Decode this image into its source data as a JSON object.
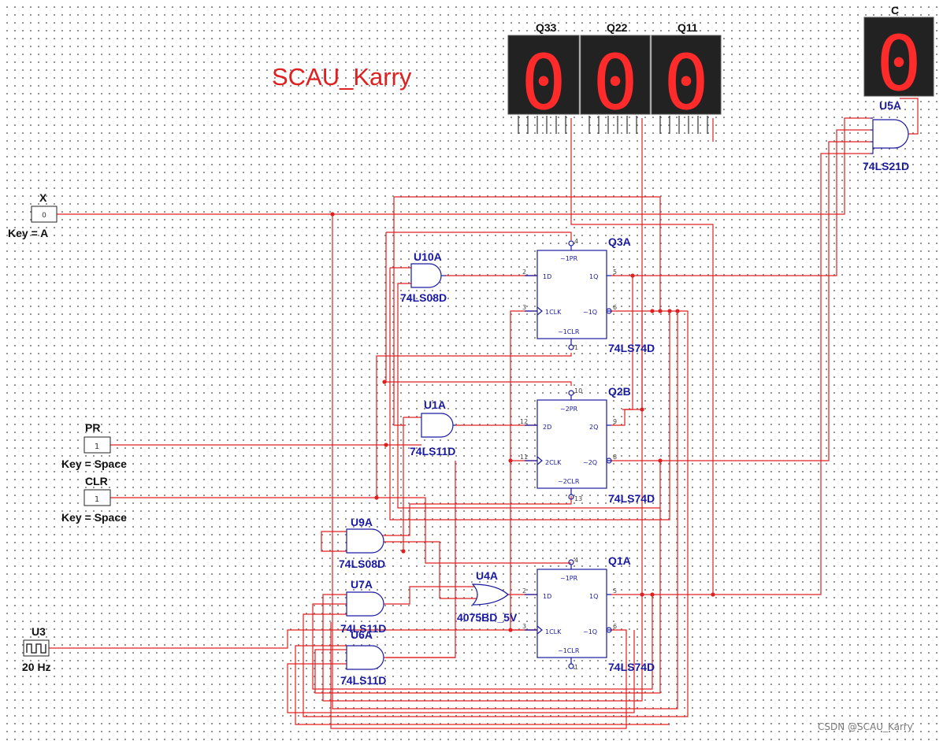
{
  "watermark": "SCAU_Karry",
  "footer": "CSDN @SCAU_Karry",
  "displays": {
    "q33": {
      "label": "Q33",
      "digit": "0"
    },
    "q22": {
      "label": "Q22",
      "digit": "0"
    },
    "q11": {
      "label": "Q11",
      "digit": "0"
    },
    "c": {
      "label": "C",
      "digit": "0"
    }
  },
  "inputs": {
    "x": {
      "name": "X",
      "state": "0",
      "key": "Key = A"
    },
    "pr": {
      "name": "PR",
      "state": "1",
      "key": "Key = Space"
    },
    "clr": {
      "name": "CLR",
      "state": "1",
      "key": "Key = Space"
    },
    "clock": {
      "name": "U3",
      "freq": "20 Hz"
    }
  },
  "flipflops": {
    "q3a": {
      "ref": "Q3A",
      "part": "74LS74D",
      "pins": {
        "pr": "~1PR",
        "d": "1D",
        "q": "1Q",
        "clk": "1CLK",
        "qn": "~1Q",
        "clr": "~1CLR"
      },
      "nums": {
        "pr": "4",
        "d": "2",
        "clk": "3",
        "q": "5",
        "qn": "6",
        "clr": "1"
      }
    },
    "q2b": {
      "ref": "Q2B",
      "part": "74LS74D",
      "pins": {
        "pr": "~2PR",
        "d": "2D",
        "q": "2Q",
        "clk": "2CLK",
        "qn": "~2Q",
        "clr": "~2CLR"
      },
      "nums": {
        "pr": "10",
        "d": "12",
        "clk": "11",
        "q": "9",
        "qn": "8",
        "clr": "13"
      }
    },
    "q1a": {
      "ref": "Q1A",
      "part": "74LS74D",
      "pins": {
        "pr": "~1PR",
        "d": "1D",
        "q": "1Q",
        "clk": "1CLK",
        "qn": "~1Q",
        "clr": "~1CLR"
      },
      "nums": {
        "pr": "4",
        "d": "2",
        "clk": "3",
        "q": "5",
        "qn": "6",
        "clr": "1"
      }
    }
  },
  "gates": {
    "u10a": {
      "ref": "U10A",
      "part": "74LS08D"
    },
    "u1a": {
      "ref": "U1A",
      "part": "74LS11D"
    },
    "u9a": {
      "ref": "U9A",
      "part": "74LS08D"
    },
    "u7a": {
      "ref": "U7A",
      "part": "74LS11D"
    },
    "u6a": {
      "ref": "U6A",
      "part": "74LS11D"
    },
    "u4a": {
      "ref": "U4A",
      "part": "4075BD_5V"
    },
    "u5a": {
      "ref": "U5A",
      "part": "74LS21D"
    }
  },
  "colors": {
    "wire": "#e02020",
    "component": "#1a1aa0",
    "segment": "#ff2a2a",
    "display_bg": "#222222"
  }
}
